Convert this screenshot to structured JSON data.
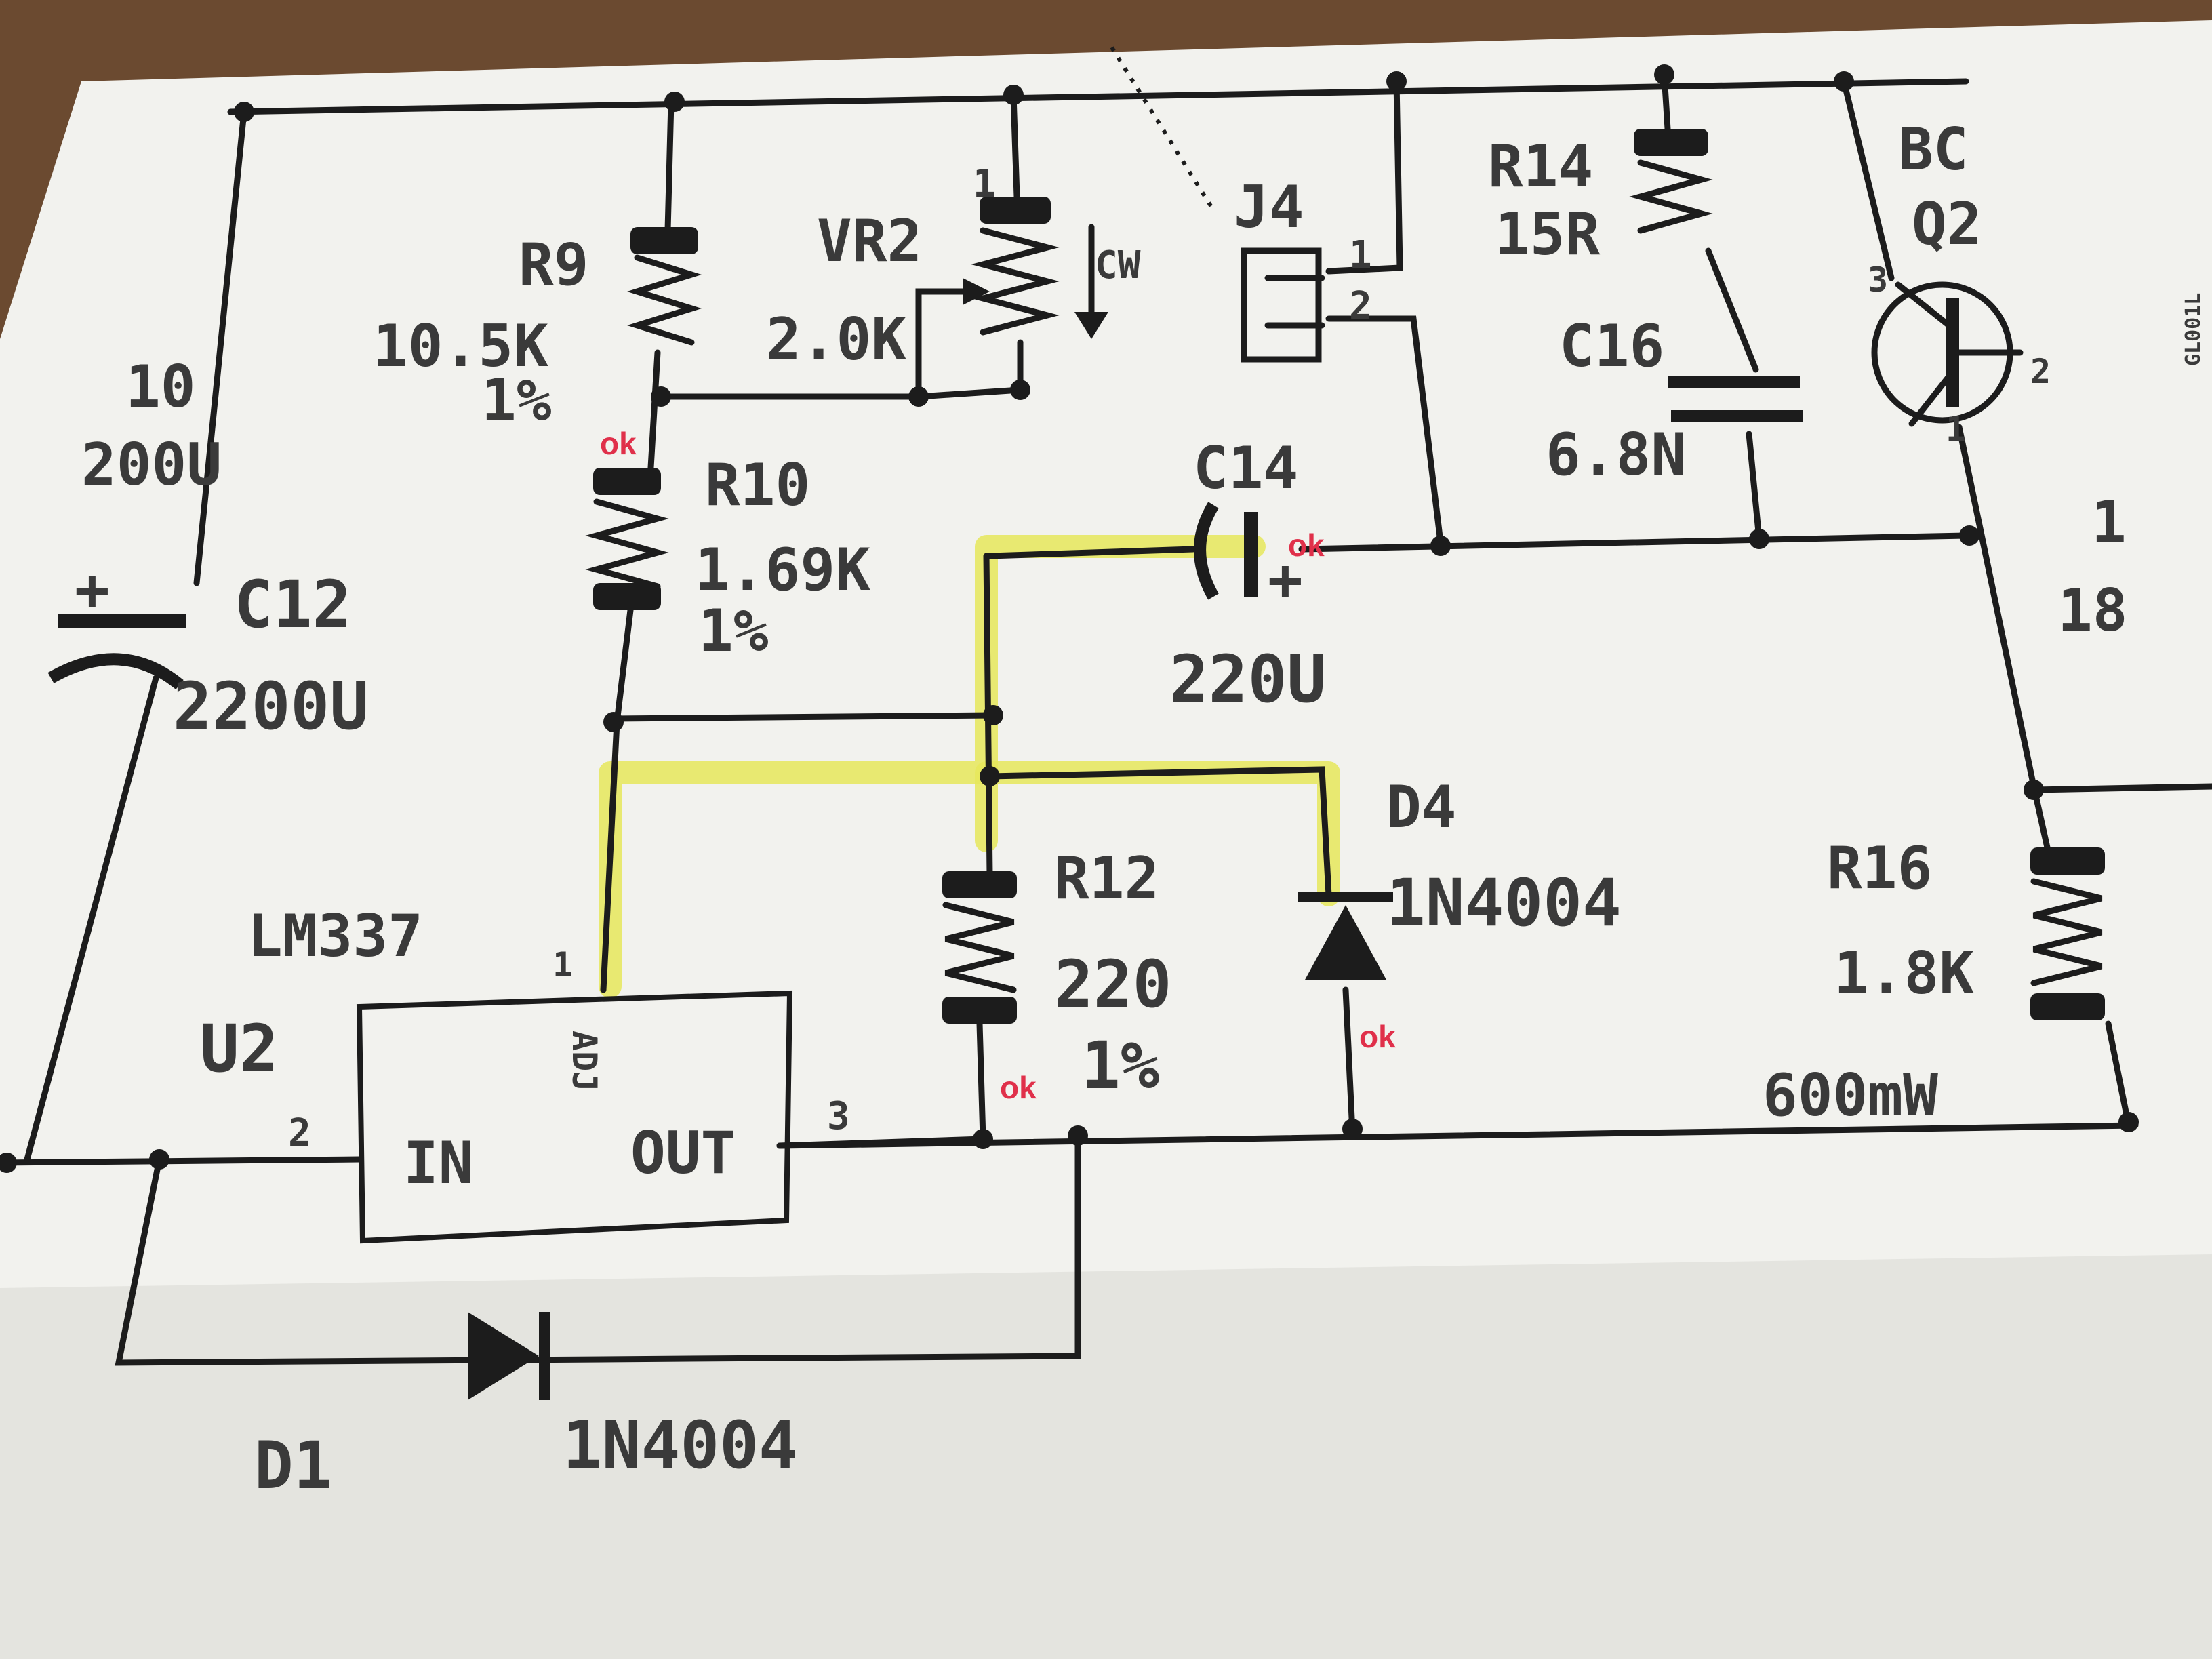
{
  "colors": {
    "paper": "#f2f2ee",
    "wood": "#6b4a30",
    "ink": "#1c1c1c",
    "highlight": "#e6e85a",
    "marker": "#e0304a"
  },
  "labels": {
    "c10_ref": "10",
    "c10_val": "200U",
    "c12_ref": "C12",
    "c12_val": "2200U",
    "c12_plus": "+",
    "r9_ref": "R9",
    "r9_val": "10.5K",
    "r9_tol": "1%",
    "vr2_ref": "VR2",
    "vr2_val": "2.0K",
    "vr2_cw": "CW",
    "vr2_pin": "1",
    "r10_ref": "R10",
    "r10_val": "1.69K",
    "r10_tol": "1%",
    "j4_ref": "J4",
    "j4_pin1": "1",
    "j4_pin2": "2",
    "r14_ref": "R14",
    "r14_val": "15R",
    "c16_ref": "C16",
    "c16_val": "6.8N",
    "q2_ref1": "BC",
    "q2_ref2": "Q2",
    "q2_pin_top": "3",
    "q2_pin_side": "2",
    "q2_pin_bot": "1",
    "c14_ref": "C14",
    "c14_val": "220U",
    "c14_plus": "+",
    "r12_ref": "R12",
    "r12_val": "220",
    "r12_tol": "1%",
    "d4_ref": "D4",
    "d4_val": "1N4004",
    "r16_ref": "R16",
    "r16_val": "1.8K",
    "r16_pow": "600mW",
    "u2_part": "LM337",
    "u2_ref": "U2",
    "u2_in": "IN",
    "u2_out": "OUT",
    "u2_adj": "ADJ",
    "u2_pin1": "1",
    "u2_pin2": "2",
    "u2_pin3": "3",
    "d1_ref": "D1",
    "d1_val": "1N4004",
    "edge_1": "1",
    "edge_18": "18",
    "edge_code": "GL001L"
  },
  "hand_marks": {
    "ok_r9": "ok",
    "ok_c14": "ok",
    "ok_r12": "ok",
    "ok_d4": "ok"
  }
}
